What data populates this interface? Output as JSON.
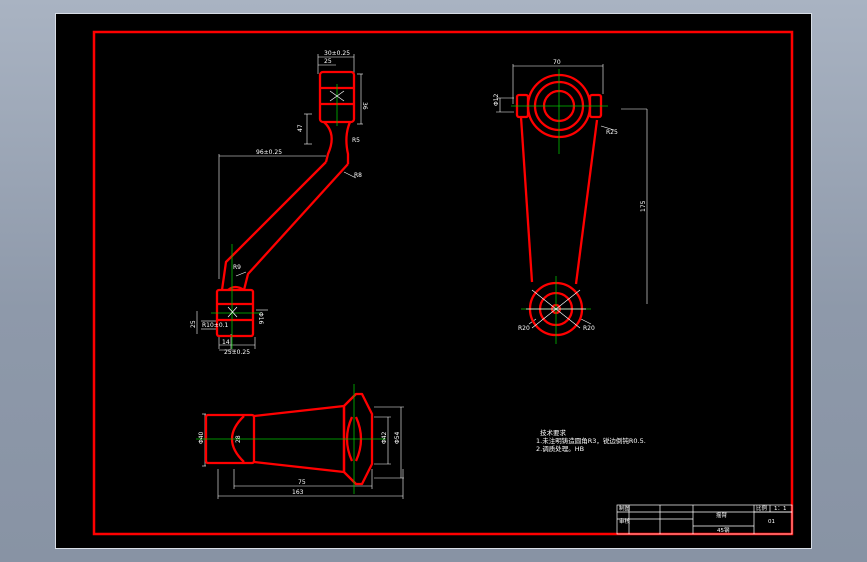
{
  "colors": {
    "frame": "#ff0000",
    "part_outline": "#ff0000",
    "centerline": "#00c000",
    "dimension": "#ffffff",
    "background": "#000000",
    "outer_border": "#ffffff"
  },
  "side_view": {
    "dims": {
      "top_width": "30±0.25",
      "top_inner": "25",
      "top_height": "36",
      "neck_height": "47",
      "top_radius": "R5",
      "horizontal_span": "96±0.25",
      "arm_radius_upper": "R8",
      "arm_radius_lower": "R9",
      "bottom_dia": "Φ16",
      "bottom_left": "25",
      "bottom_tol": "R10±0.1",
      "bottom_small": "14",
      "bottom_width": "25±0.25"
    }
  },
  "front_view": {
    "dims": {
      "top_width": "70",
      "top_left_dia": "Φ12",
      "boss_radius": "R25",
      "overall_height": "175",
      "bottom_left_radius": "R20",
      "bottom_right_radius": "R20"
    }
  },
  "top_view": {
    "dims": {
      "left_height": "Φ40",
      "left_inner": "28",
      "right_inner_height": "Φ42",
      "right_outer_height": "Φ54",
      "bottom_inner": "75",
      "bottom_overall": "163"
    }
  },
  "notes": {
    "title": "技术要求",
    "line1": "1.未注明铸造圆角R3，锐边倒钝R0.5.",
    "line2": "2.调质处理。HB"
  },
  "title_block": {
    "drawn_label": "制图",
    "checked_label": "审核",
    "part_name": "摇臂",
    "material": "45钢",
    "scale_label": "比例",
    "scale_value": "1：1",
    "sheet_value": "01"
  }
}
